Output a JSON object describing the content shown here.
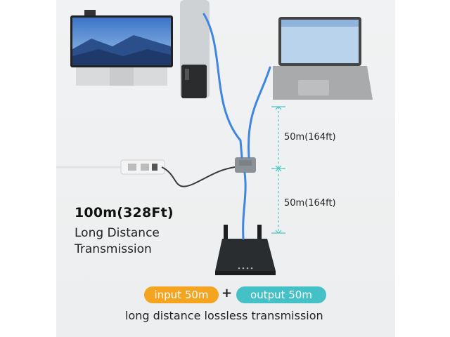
{
  "headline": "100m(328Ft)",
  "subtitle_line1": "Long Distance",
  "subtitle_line2": "Transmission",
  "distance_upper": "50m(164ft)",
  "distance_lower": "50m(164ft)",
  "input_badge": "input 50m",
  "plus": "+",
  "output_badge": "output 50m",
  "footer": "long distance lossless transmission",
  "colors": {
    "cable": "#3f86e0",
    "input": "#f5a41f",
    "output": "#43c1c6",
    "marker": "#4fc7c2"
  }
}
